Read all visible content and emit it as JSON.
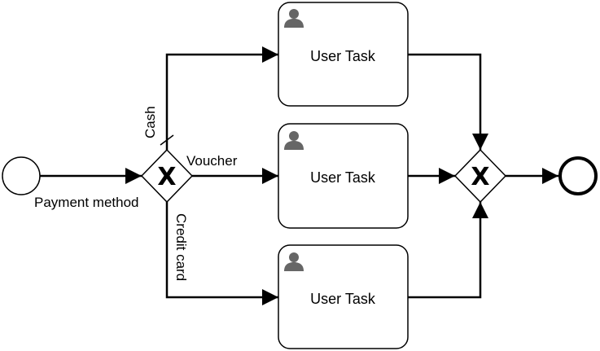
{
  "diagram": {
    "start_event_label": "Payment method",
    "split_gateway_symbol": "X",
    "join_gateway_symbol": "X",
    "flows": {
      "cash": "Cash",
      "voucher": "Voucher",
      "credit_card": "Credit card"
    },
    "tasks": [
      {
        "label": "User Task",
        "icon": "user-icon"
      },
      {
        "label": "User Task",
        "icon": "user-icon"
      },
      {
        "label": "User Task",
        "icon": "user-icon"
      }
    ]
  },
  "colors": {
    "stroke": "#000000",
    "icon": "#666666",
    "background": "#ffffff"
  }
}
